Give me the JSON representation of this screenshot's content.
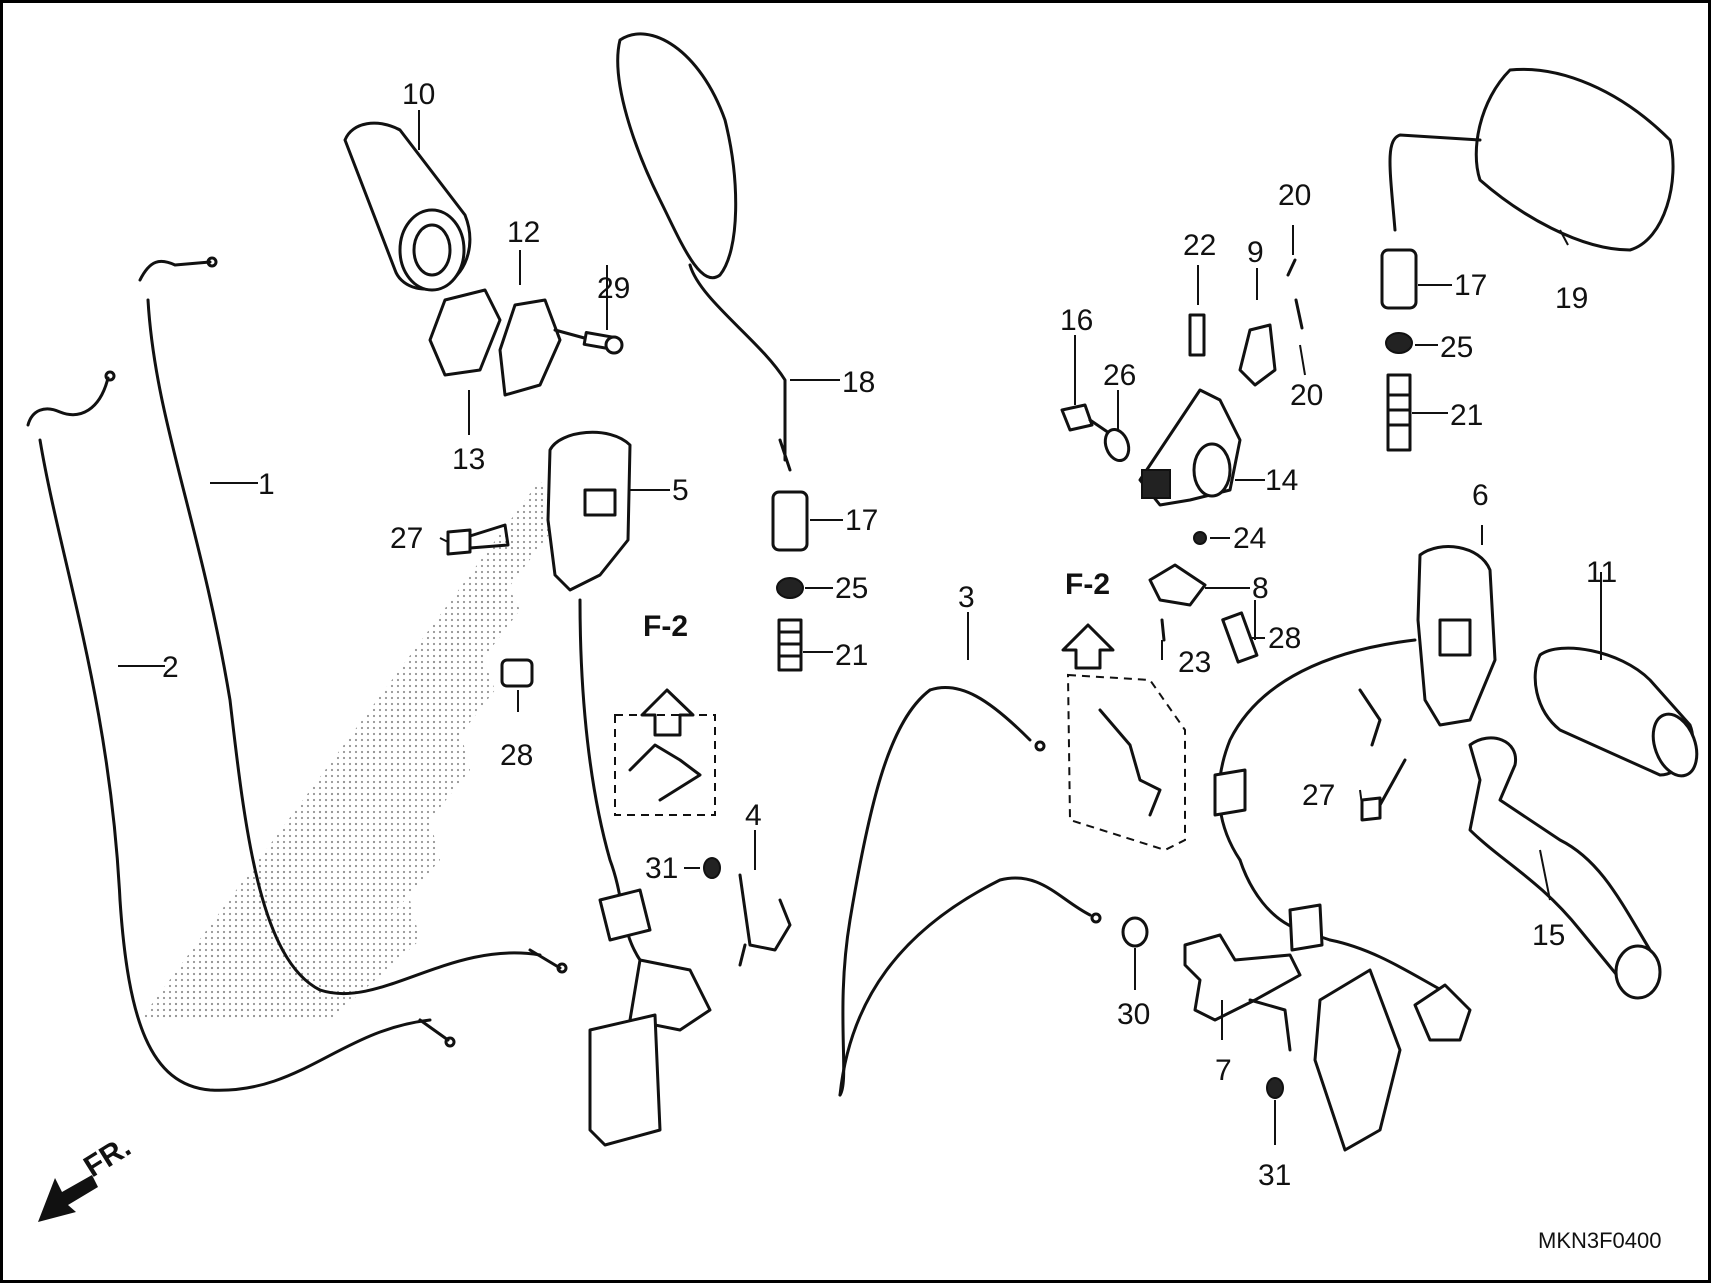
{
  "diagram": {
    "code": "MKN3F0400",
    "direction_label": "FR.",
    "sub_refs": [
      "F-2",
      "F-2"
    ],
    "callouts": [
      "1",
      "2",
      "3",
      "4",
      "5",
      "6",
      "7",
      "8",
      "9",
      "10",
      "11",
      "12",
      "13",
      "14",
      "15",
      "16",
      "17",
      "17",
      "18",
      "19",
      "20",
      "20",
      "21",
      "21",
      "22",
      "23",
      "24",
      "25",
      "25",
      "26",
      "27",
      "27",
      "28",
      "28",
      "29",
      "30",
      "31",
      "31"
    ]
  }
}
